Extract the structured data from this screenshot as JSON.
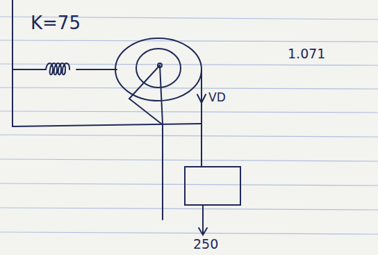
{
  "diagram": {
    "labels": [
      "K=75",
      "1.071",
      "VD",
      "250"
    ]
  }
}
